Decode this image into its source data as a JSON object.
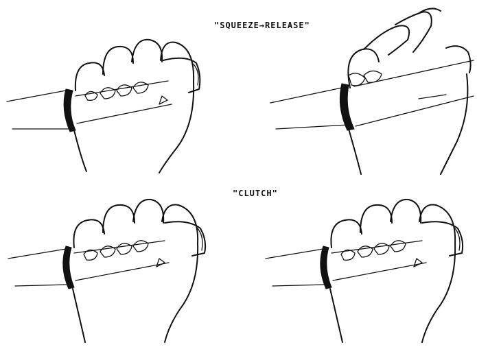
{
  "captions": {
    "squeeze_release": "\"SQUEEZE→RELEASE\"",
    "clutch": "\"CLUTCH\""
  },
  "panels": [
    {
      "id": "top-left",
      "icon": "fist-gripping-handle-icon"
    },
    {
      "id": "top-right",
      "icon": "open-hand-releasing-handle-icon"
    },
    {
      "id": "bottom-left",
      "icon": "fist-clutching-handle-icon"
    },
    {
      "id": "bottom-right",
      "icon": "fist-clutching-handle-icon"
    }
  ],
  "colors": {
    "ink": "#111111",
    "paper": "#ffffff"
  }
}
